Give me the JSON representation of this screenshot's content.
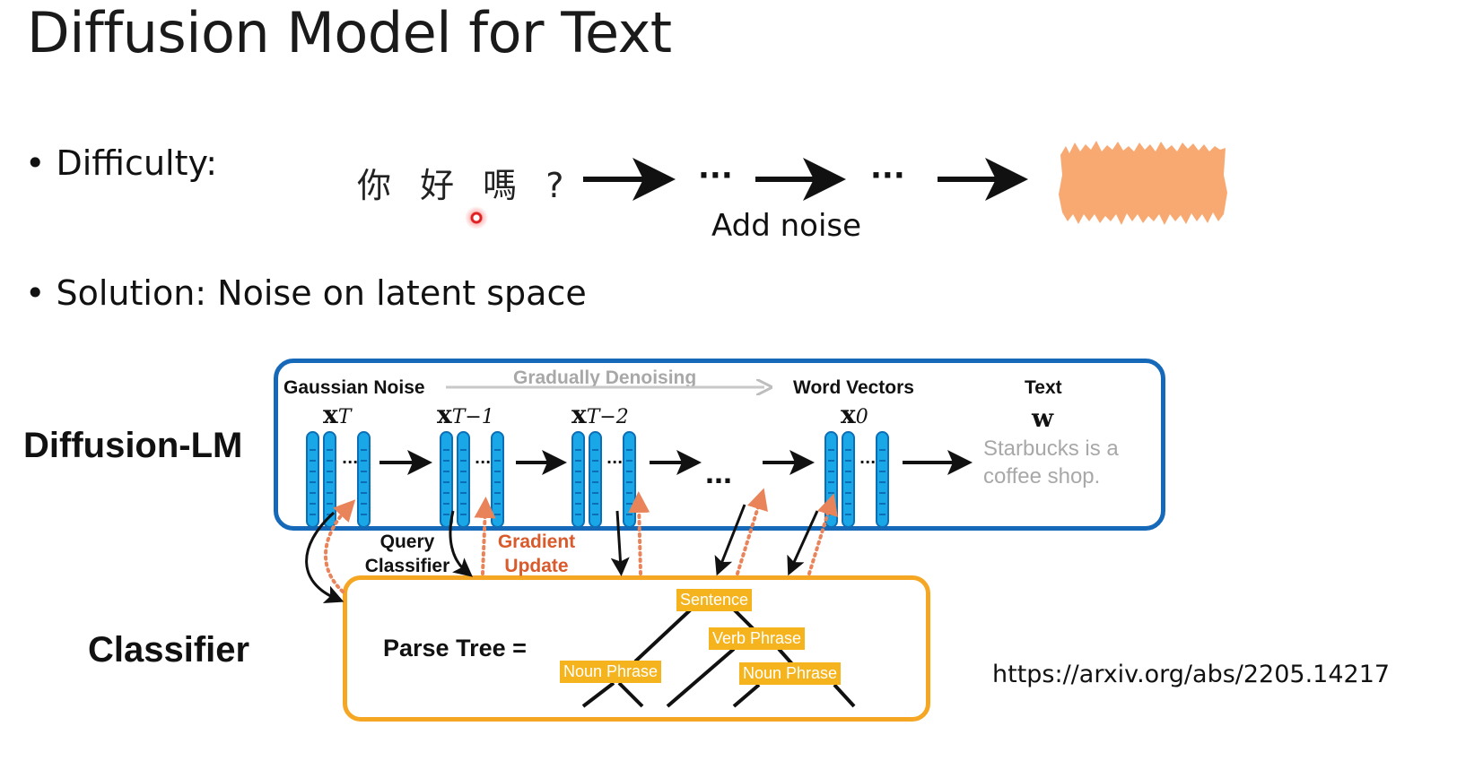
{
  "slide": {
    "title": "Diffusion Model for Text",
    "bullet_difficulty": "• Difficulty:",
    "bullet_solution": "• Solution: Noise on latent space",
    "chinese_text": "你 好 嗎 ?",
    "dots": "···",
    "add_noise": "Add noise",
    "url": "https://arxiv.org/abs/2205.14217"
  },
  "diagram": {
    "diffusion_lm_label": "Diffusion-LM",
    "classifier_label": "Classifier",
    "gaussian_noise": "Gaussian Noise",
    "gradually_denoising": "Gradually Denoising",
    "word_vectors": "Word Vectors",
    "text_label": "Text",
    "x_main": "x",
    "x_T_sub": "T",
    "x_T1_sub": "T−1",
    "x_T2_sub": "T−2",
    "x_0_sub": "0",
    "w": "w",
    "output_text": "Starbucks is a coffee shop.",
    "ellipsis": "...",
    "query_classifier_1": "Query",
    "query_classifier_2": "Classifier",
    "gradient_update_1": "Gradient",
    "gradient_update_2": "Update",
    "parse_tree_label": "Parse Tree =",
    "tag_sentence": "Sentence",
    "tag_verb_phrase": "Verb Phrase",
    "tag_noun_phrase_1": "Noun Phrase",
    "tag_noun_phrase_2": "Noun Phrase",
    "colors": {
      "blue_box": "#1668b8",
      "orange_box": "#f5a623",
      "vector_fill": "#1aa7e8",
      "gradient_red": "#d95a2b",
      "noise_orange": "#f8a46a"
    }
  }
}
